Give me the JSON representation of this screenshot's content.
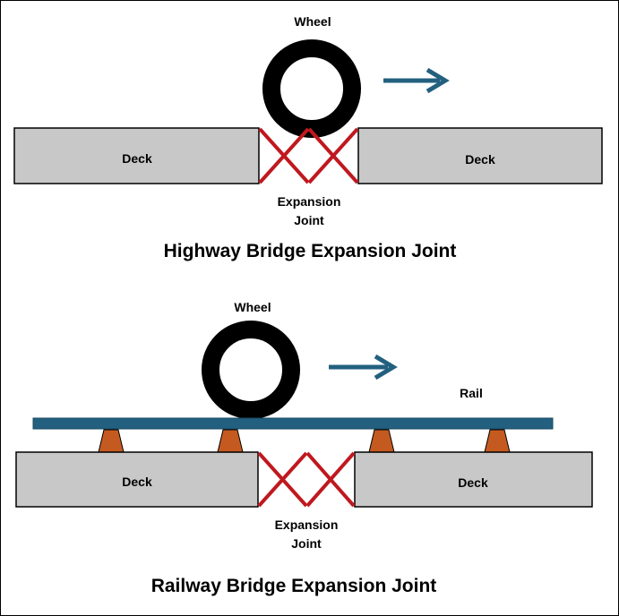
{
  "colors": {
    "deck_fill": "#c8c8c8",
    "deck_stroke": "#000000",
    "joint_cross": "#c0181f",
    "wheel": "#000000",
    "arrow": "#23607f",
    "rail": "#23607f",
    "rail_pad": "#c55a20"
  },
  "highway": {
    "wheel_label": "Wheel",
    "deck_left_label": "Deck",
    "deck_right_label": "Deck",
    "joint_label_line1": "Expansion",
    "joint_label_line2": "Joint",
    "title": "Highway Bridge Expansion Joint"
  },
  "railway": {
    "wheel_label": "Wheel",
    "rail_label": "Rail",
    "deck_left_label": "Deck",
    "deck_right_label": "Deck",
    "joint_label_line1": "Expansion",
    "joint_label_line2": "Joint",
    "title": "Railway Bridge Expansion Joint"
  }
}
